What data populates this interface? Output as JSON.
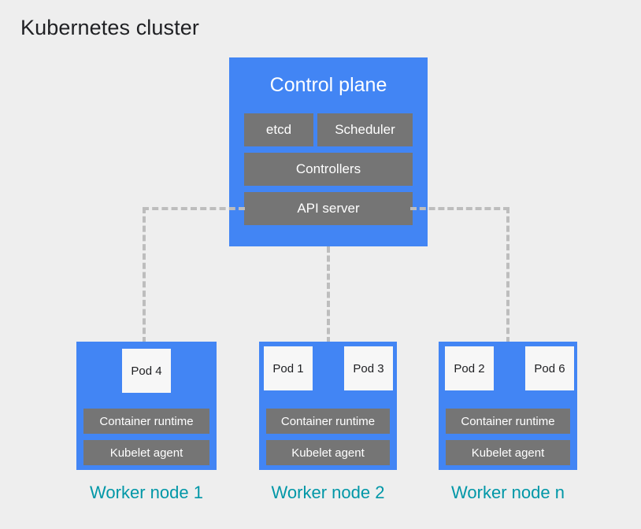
{
  "title": "Kubernetes cluster",
  "colors": {
    "background": "#eeeeee",
    "node_blue": "#4285f4",
    "component_gray": "#757575",
    "pod_white": "#f7f7f7",
    "label_teal": "#0097a7",
    "connector_gray": "#bdbdbd",
    "title_black": "#202124"
  },
  "control_plane": {
    "title": "Control plane",
    "components": [
      {
        "label": "etcd"
      },
      {
        "label": "Scheduler"
      },
      {
        "label": "Controllers"
      },
      {
        "label": "API server"
      }
    ]
  },
  "worker_nodes": [
    {
      "label": "Worker node 1",
      "pods": [
        {
          "label": "Pod 4"
        }
      ],
      "runtime_label": "Container runtime",
      "kubelet_label": "Kubelet agent"
    },
    {
      "label": "Worker node 2",
      "pods": [
        {
          "label": "Pod 1"
        },
        {
          "label": "Pod 3"
        }
      ],
      "runtime_label": "Container runtime",
      "kubelet_label": "Kubelet agent"
    },
    {
      "label": "Worker node n",
      "pods": [
        {
          "label": "Pod 2"
        },
        {
          "label": "Pod 6"
        }
      ],
      "runtime_label": "Container runtime",
      "kubelet_label": "Kubelet agent"
    }
  ],
  "connectors": [
    {
      "name": "api-server-to-worker-node-1"
    },
    {
      "name": "api-server-to-worker-node-2"
    },
    {
      "name": "api-server-to-worker-node-n"
    }
  ]
}
